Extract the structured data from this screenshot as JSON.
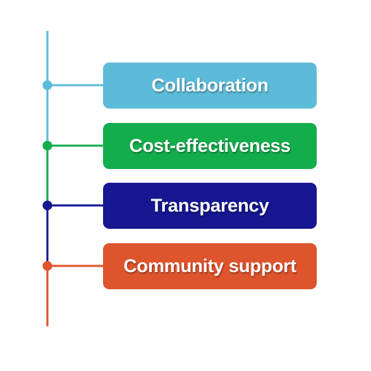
{
  "items": [
    {
      "label": "Collaboration",
      "color": "#5cbbd8"
    },
    {
      "label": "Cost-effectiveness",
      "color": "#14ad4c"
    },
    {
      "label": "Transparency",
      "color": "#161791"
    },
    {
      "label": "Community support",
      "color": "#de542d"
    }
  ]
}
